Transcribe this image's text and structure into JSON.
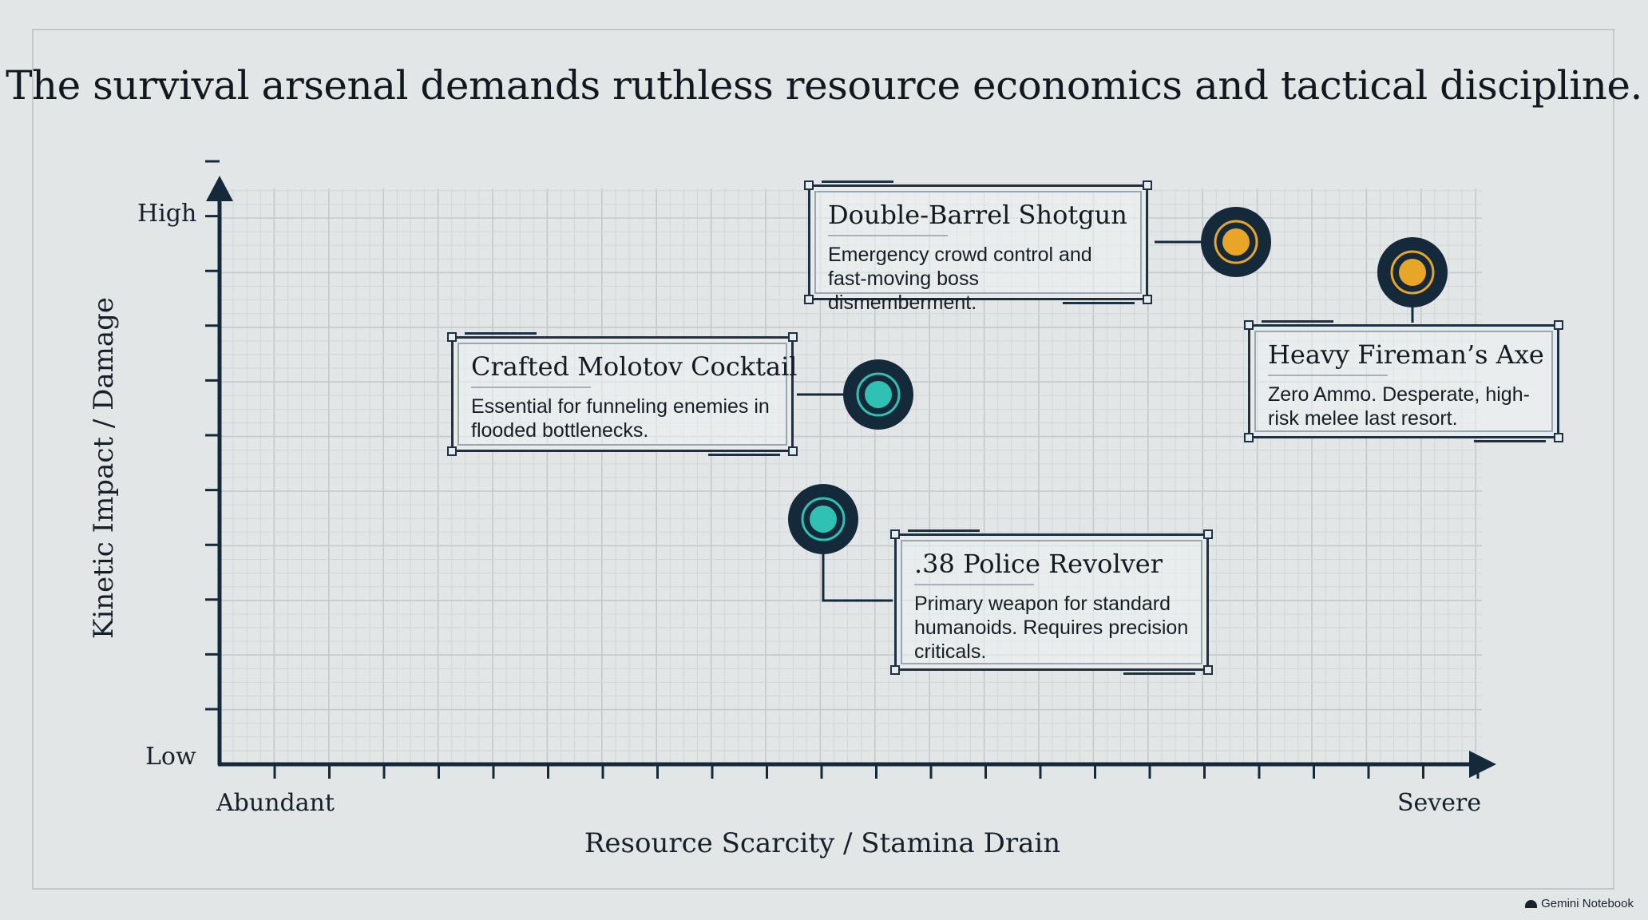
{
  "title": "The survival arsenal demands ruthless resource economics and tactical discipline.",
  "y_axis": {
    "label": "Kinetic Impact / Damage",
    "high_label": "High",
    "low_label": "Low"
  },
  "x_axis": {
    "label": "Resource Scarcity / Stamina Drain",
    "low_label": "Abundant",
    "high_label": "Severe"
  },
  "colors": {
    "gold": "#e8a628",
    "teal": "#2fc2b4",
    "navy": "#14293a"
  },
  "items": [
    {
      "name": "Double-Barrel Shotgun",
      "description": "Emergency crowd control and fast-moving boss dismemberment.",
      "marker_color": "gold"
    },
    {
      "name": "Heavy Fireman’s Axe",
      "description": "Zero Ammo. Desperate, high-risk melee last resort.",
      "marker_color": "gold"
    },
    {
      "name": "Crafted Molotov Cocktail",
      "description": "Essential for funneling enemies in flooded bottlenecks.",
      "marker_color": "teal"
    },
    {
      "name": ".38 Police Revolver",
      "description": "Primary weapon for standard humanoids. Requires precision criticals.",
      "marker_color": "teal"
    }
  ],
  "watermark": "Gemini Notebook"
}
